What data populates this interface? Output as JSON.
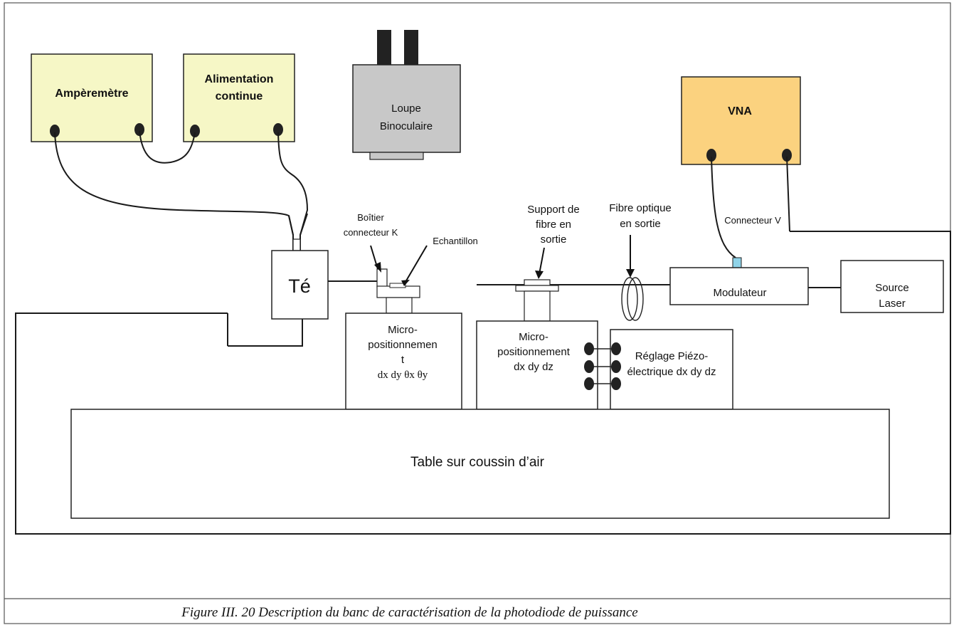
{
  "figure": {
    "caption": "Figure III. 20 Description du banc de caractérisation de la photodiode de puissance"
  },
  "instruments": {
    "amperemetre": "Ampèremètre",
    "alimentation": [
      "Alimentation",
      "continue"
    ],
    "loupe": [
      "Loupe",
      "Binoculaire"
    ],
    "vna": "VNA",
    "te": "Té",
    "modulateur": "Modulateur",
    "source_laser": [
      "Source",
      "Laser"
    ]
  },
  "labels": {
    "boitier": [
      "Boîtier",
      "connecteur K"
    ],
    "echantillon": "Echantillon",
    "support_fibre": [
      "Support de",
      "fibre  en",
      "sortie"
    ],
    "fibre_optique": [
      "Fibre optique",
      "en sortie"
    ],
    "connecteur_v": "Connecteur V",
    "micro_left": [
      "Micro-",
      "positionnemen",
      "t",
      "dx dy θx θy"
    ],
    "micro_mid": [
      "Micro-",
      "positionnement",
      "dx dy dz"
    ],
    "piezo": [
      "Réglage Piézo-",
      "électrique dx dy dz"
    ],
    "table": "Table sur coussin d’air"
  },
  "colors": {
    "instrument_yellow": "#f6f7c6",
    "vna_orange": "#fbd27f",
    "loupe_gray": "#c8c8c8",
    "loupe_dark": "#222222"
  }
}
